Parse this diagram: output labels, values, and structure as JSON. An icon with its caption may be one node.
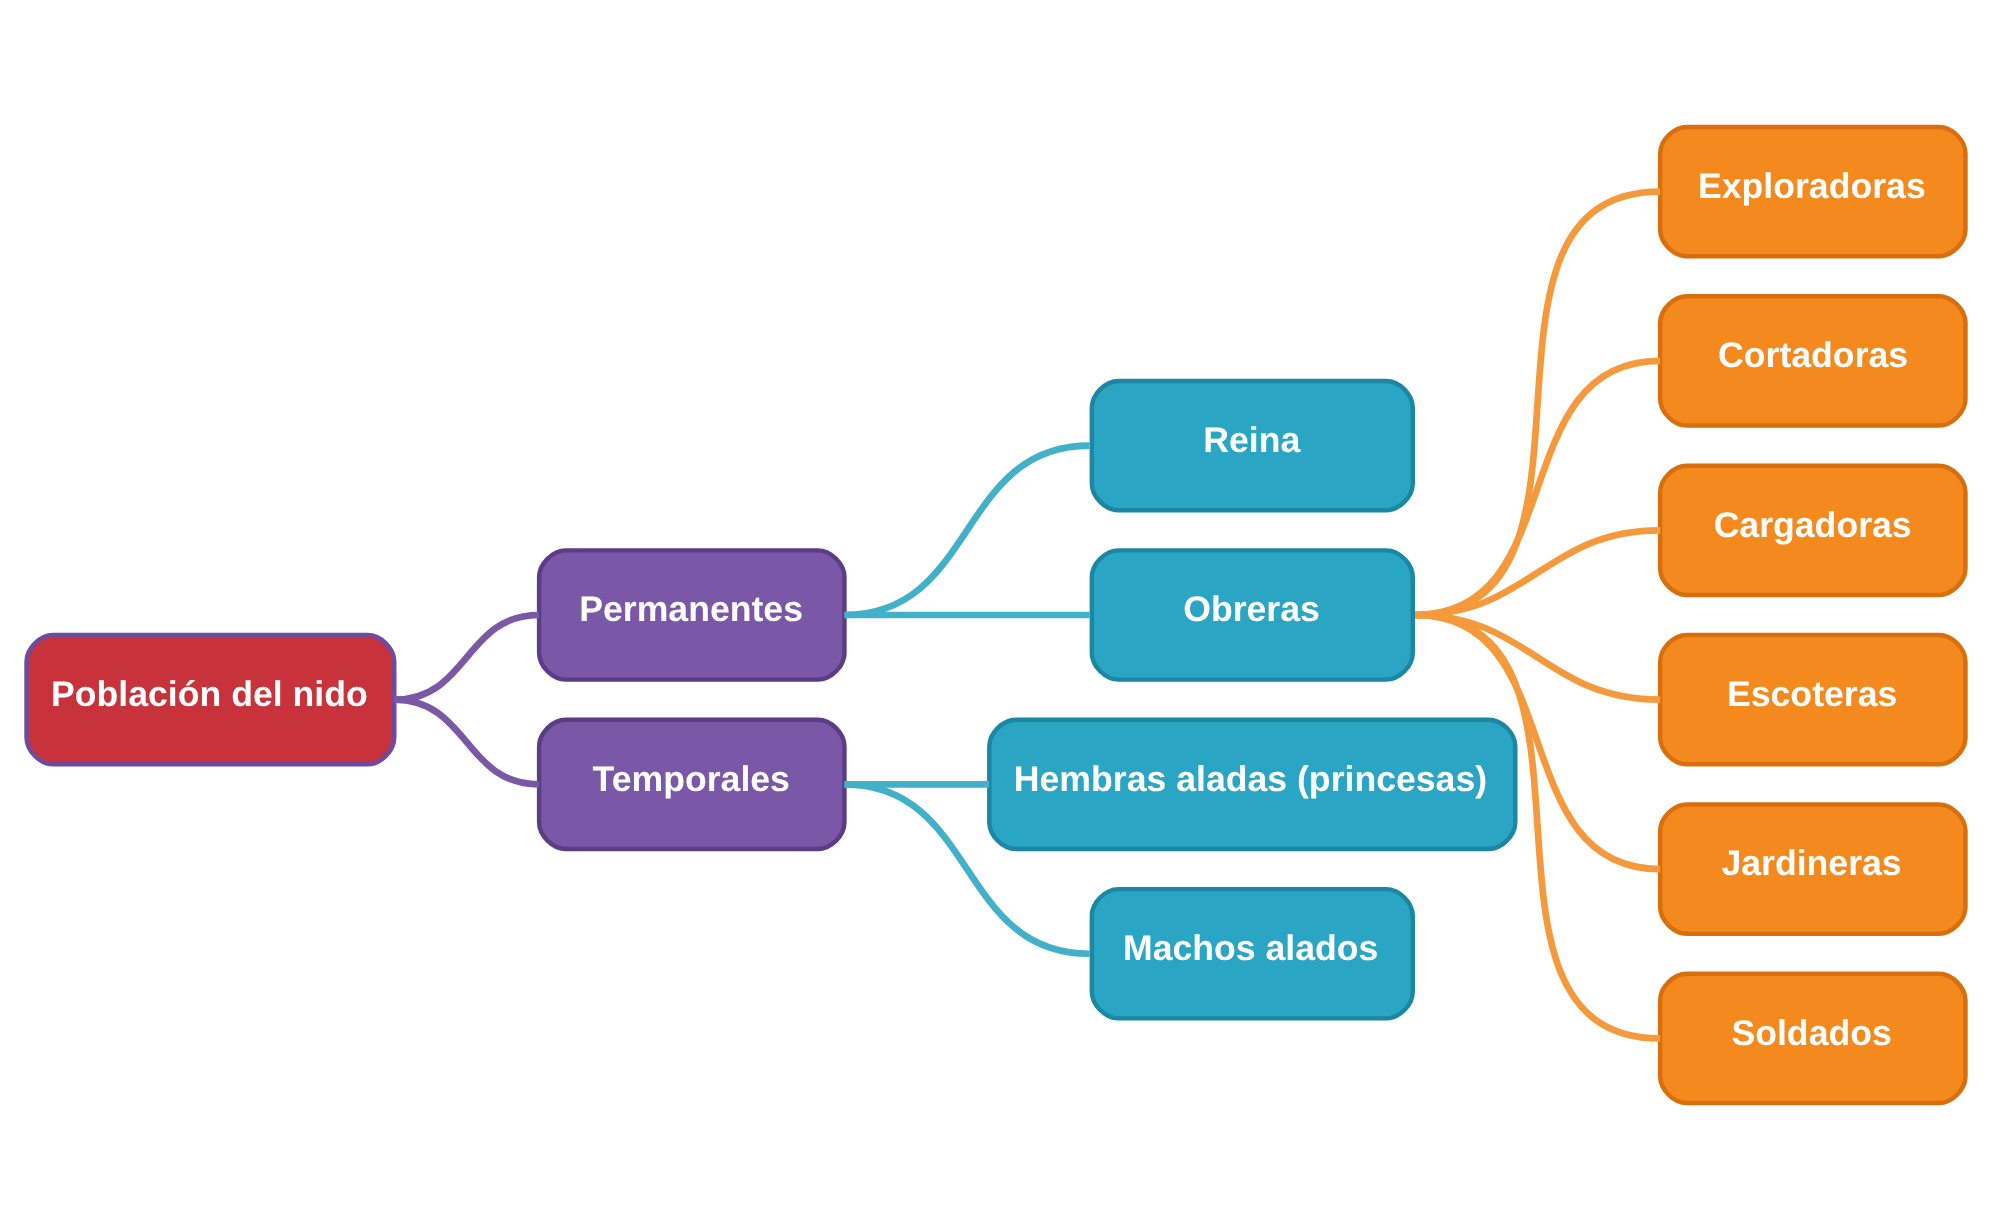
{
  "diagram": {
    "nodes": [
      {
        "text": [
          "Población del nido"
        ]
      },
      {
        "text": [
          "Permanentes"
        ]
      },
      {
        "text": [
          "Temporales"
        ]
      },
      {
        "text": [
          "Reina"
        ]
      },
      {
        "text": [
          "Obreras"
        ]
      },
      {
        "text": [
          "Hembras aladas (princesas)"
        ]
      },
      {
        "text": [
          "Machos alados"
        ]
      },
      {
        "text": [
          "Exploradoras"
        ]
      },
      {
        "text": [
          "Cortadoras"
        ]
      },
      {
        "text": [
          "Cargadoras"
        ]
      },
      {
        "text": [
          "Escoteras"
        ]
      },
      {
        "text": [
          "Jardineras"
        ]
      },
      {
        "text": [
          "Soldados"
        ]
      }
    ],
    "edges": [
      {
        "from": 0,
        "to": 1,
        "arrow": "none",
        "color": "#7a58a6"
      },
      {
        "from": 0,
        "to": 2,
        "arrow": "none",
        "color": "#7a58a6"
      },
      {
        "from": 1,
        "to": 3,
        "arrow": "none",
        "color": "#42b0c8"
      },
      {
        "from": 1,
        "to": 4,
        "arrow": "none",
        "color": "#42b0c8"
      },
      {
        "from": 2,
        "to": 5,
        "arrow": "none",
        "color": "#42b0c8"
      },
      {
        "from": 2,
        "to": 6,
        "arrow": "none",
        "color": "#42b0c8"
      },
      {
        "from": 4,
        "to": 7,
        "arrow": "none"
      },
      {
        "from": 4,
        "to": 8,
        "arrow": "none"
      },
      {
        "from": 4,
        "to": 9,
        "arrow": "none"
      },
      {
        "from": 4,
        "to": 10,
        "arrow": "none"
      },
      {
        "from": 4,
        "to": 11,
        "arrow": "none"
      },
      {
        "from": 4,
        "to": 12,
        "arrow": "none"
      }
    ]
  }
}
